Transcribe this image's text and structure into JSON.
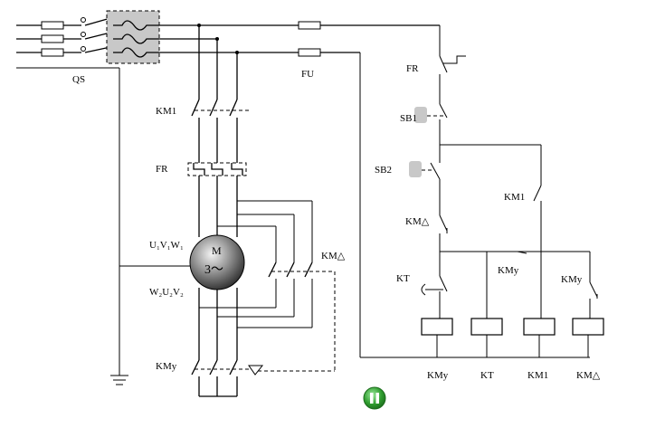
{
  "labels": {
    "qs": "QS",
    "fu": "FU",
    "km1_main": "KM1",
    "fr_main": "FR",
    "uvw1": "U₁V₁W₁",
    "wuv2": "W₂U₂V₂",
    "kmy_main": "KMy",
    "km_delta_main": "KM△",
    "motor_letter": "M",
    "motor_phase": "3～",
    "fr_ctrl": "FR",
    "sb1": "SB1",
    "sb2": "SB2",
    "km_delta_ctrl": "KM△",
    "km1_ctrl": "KM1",
    "kt_ctrl": "KT",
    "kmy_ctrl_a": "KMy",
    "kmy_ctrl_b": "KMy",
    "coil_kmy": "KMy",
    "coil_kt": "KT",
    "coil_km1": "KM1",
    "coil_km_delta": "KM△"
  },
  "colors": {
    "line": "#000000",
    "qs_fill": "#c8c8c8",
    "motor_dark": "#333333",
    "play_green": "#2f9d2f"
  },
  "icons": {
    "play": "pause-button-icon"
  }
}
